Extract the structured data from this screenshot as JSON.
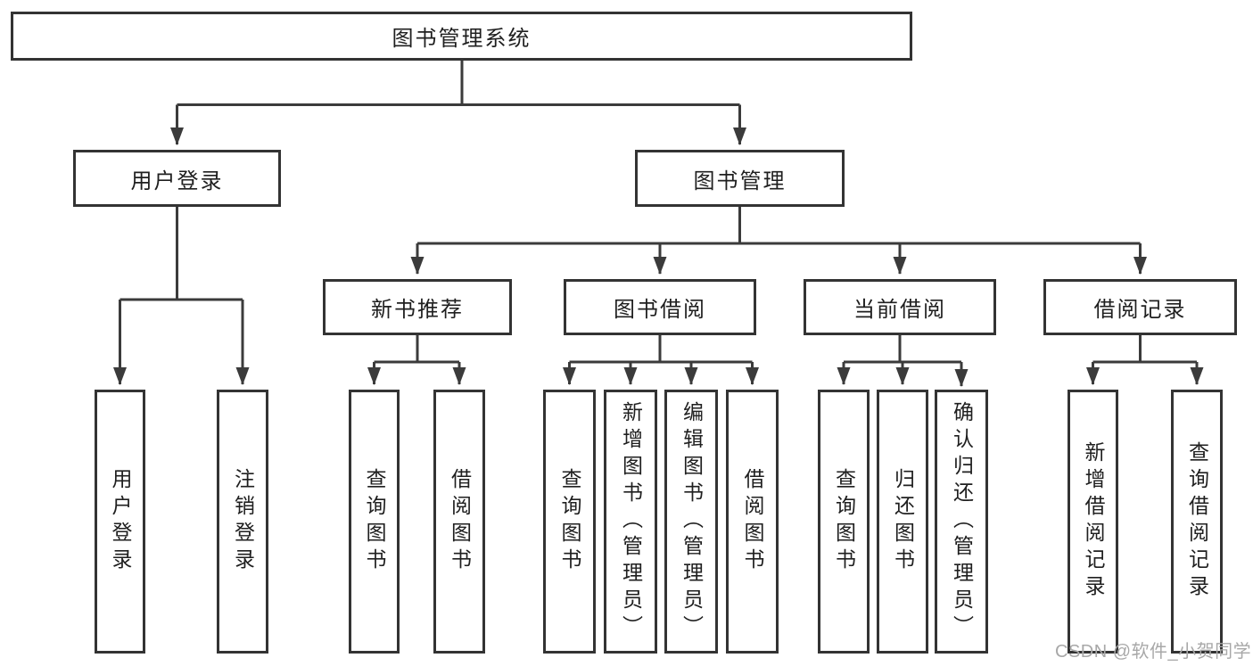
{
  "diagram_title": "图书管理系统",
  "tree": {
    "label": "图书管理系统",
    "children": [
      {
        "label": "用户登录",
        "children": [
          {
            "label": "用户登录"
          },
          {
            "label": "注销登录"
          }
        ]
      },
      {
        "label": "图书管理",
        "children": [
          {
            "label": "新书推荐",
            "children": [
              {
                "label": "查询图书"
              },
              {
                "label": "借阅图书"
              }
            ]
          },
          {
            "label": "图书借阅",
            "children": [
              {
                "label": "查询图书"
              },
              {
                "label": "新增图书（管理员）"
              },
              {
                "label": "编辑图书（管理员）"
              },
              {
                "label": "借阅图书"
              }
            ]
          },
          {
            "label": "当前借阅",
            "children": [
              {
                "label": "查询图书"
              },
              {
                "label": "归还图书"
              },
              {
                "label": "确认归还（管理员）"
              }
            ]
          },
          {
            "label": "借阅记录",
            "children": [
              {
                "label": "新增借阅记录"
              },
              {
                "label": "查询借阅记录"
              }
            ]
          }
        ]
      }
    ]
  },
  "watermark": "CSDN @软件_小贺同学",
  "colors": {
    "line": "#3b3b3b",
    "box_border": "#333333",
    "text": "#1f1f1f",
    "watermark": "#a8a8a8",
    "background": "#ffffff"
  }
}
